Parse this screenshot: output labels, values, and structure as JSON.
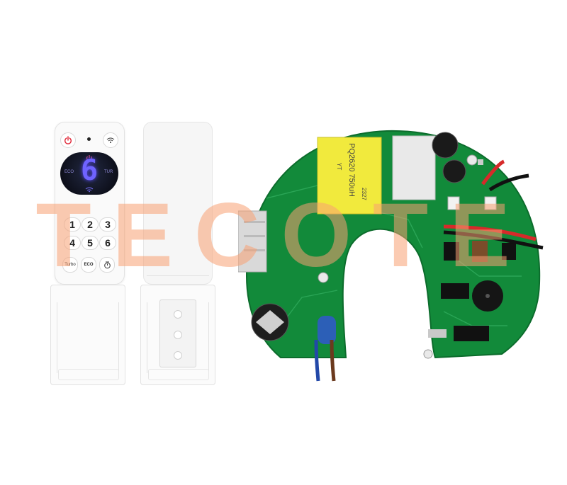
{
  "remote": {
    "display_digit": "6",
    "display_left": "ECO",
    "display_right": "TUR",
    "keys": [
      "1",
      "2",
      "3",
      "4",
      "5",
      "6"
    ],
    "turbo_label": "Turbo",
    "eco_label": "ECO"
  },
  "pcb": {
    "transformer_text": "PQ2620 750uH",
    "transformer_sub": "YT",
    "transformer_code": "2327"
  },
  "watermark": "TECOTE"
}
